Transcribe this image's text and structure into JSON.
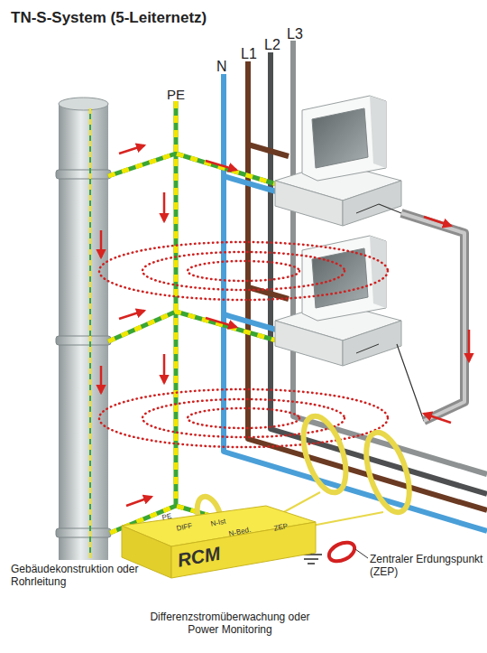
{
  "diagram": {
    "title": "TN-S-System (5-Leiternetz)",
    "nodes": [
      {
        "text": [
          "PE",
          "DIFF",
          "N-Ist",
          "N-Bed.",
          "ZEP",
          "RCM"
        ]
      }
    ],
    "labels": [
      "PE",
      "N",
      "L1",
      "L2",
      "L3",
      "Gebäudekonstruktion oder Rohrleitung",
      "Zentraler Erdungspunkt (ZEP)",
      "Differenzstromüberwachung oder Power Monitoring"
    ]
  }
}
